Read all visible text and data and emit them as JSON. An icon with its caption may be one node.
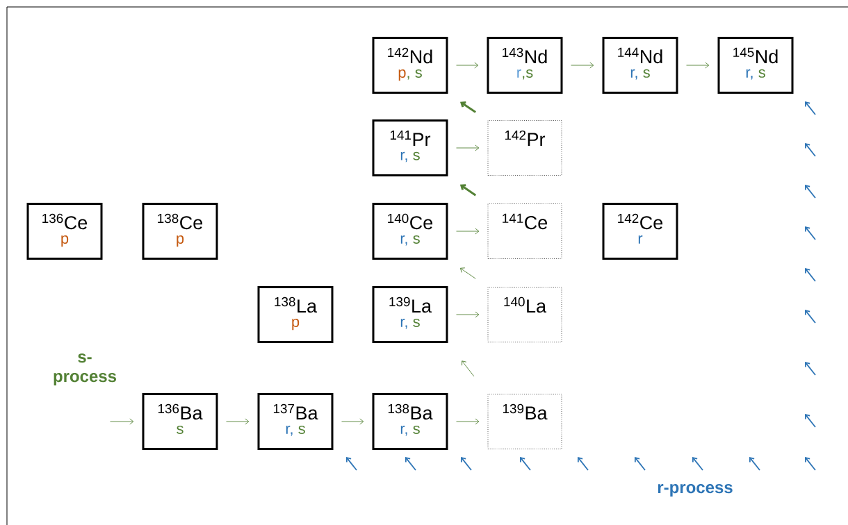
{
  "diagram": {
    "nodes": [
      {
        "text": [
          "$^{142}$Nd",
          "p",
          ", s"
        ]
      },
      {
        "text": [
          "$^{143}$Nd",
          "r",
          ",s"
        ]
      },
      {
        "text": [
          "$^{144}$Nd",
          "r,",
          " s"
        ]
      },
      {
        "text": [
          "$^{145}$Nd",
          "r,",
          " s"
        ]
      },
      {
        "text": [
          "$^{141}$Pr",
          "r,",
          " s"
        ]
      },
      {
        "text": [
          "$^{142}$Pr"
        ]
      },
      {
        "text": [
          "$^{136}$Ce",
          "p"
        ]
      },
      {
        "text": [
          "$^{138}$Ce",
          "p"
        ]
      },
      {
        "text": [
          "$^{140}$Ce",
          "r,",
          " s"
        ]
      },
      {
        "text": [
          "$^{141}$Ce"
        ]
      },
      {
        "text": [
          "$^{142}$Ce",
          "r"
        ]
      },
      {
        "text": [
          "$^{138}$La",
          "p"
        ]
      },
      {
        "text": [
          "$^{139}$La",
          "r,",
          " s"
        ]
      },
      {
        "text": [
          "$^{140}$La"
        ]
      },
      {
        "text": [
          "$^{136}$Ba",
          "s"
        ]
      },
      {
        "text": [
          "$^{137}$Ba",
          "r,",
          " s"
        ]
      },
      {
        "text": [
          "$^{138}$Ba",
          "r,",
          " s"
        ]
      },
      {
        "text": [
          "$^{139}$Ba"
        ]
      }
    ],
    "edges": [
      {
        "from": null,
        "to": 14,
        "arrow": "to"
      },
      {
        "from": 14,
        "to": 15,
        "arrow": "to"
      },
      {
        "from": 15,
        "to": 16,
        "arrow": "to"
      },
      {
        "from": 16,
        "to": 17,
        "arrow": "to"
      },
      {
        "from": 17,
        "to": 12,
        "arrow": "to"
      },
      {
        "from": 12,
        "to": 13,
        "arrow": "to"
      },
      {
        "from": 13,
        "to": 8,
        "arrow": "to"
      },
      {
        "from": 8,
        "to": 9,
        "arrow": "to"
      },
      {
        "from": 9,
        "to": 4,
        "arrow": "to",
        "style": "thick"
      },
      {
        "from": 4,
        "to": 5,
        "arrow": "to"
      },
      {
        "from": 5,
        "to": 0,
        "arrow": "to",
        "style": "thick"
      },
      {
        "from": 0,
        "to": 1,
        "arrow": "to"
      },
      {
        "from": 1,
        "to": 2,
        "arrow": "to"
      },
      {
        "from": 2,
        "to": 3,
        "arrow": "to"
      }
    ],
    "labels": [
      "s- process",
      "r-process"
    ]
  }
}
